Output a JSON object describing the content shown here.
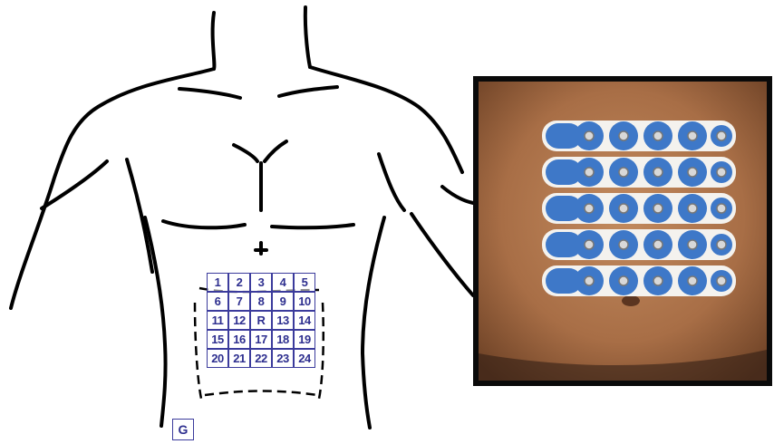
{
  "electrode_grid": {
    "rows": [
      [
        "1",
        "2",
        "3",
        "4",
        "5"
      ],
      [
        "6",
        "7",
        "8",
        "9",
        "10"
      ],
      [
        "11",
        "12",
        "R",
        "13",
        "14"
      ],
      [
        "15",
        "16",
        "17",
        "18",
        "19"
      ],
      [
        "20",
        "21",
        "22",
        "23",
        "24"
      ]
    ],
    "color": "#2e2f8f"
  },
  "ground_electrode": {
    "label": "G"
  },
  "photo": {
    "strip_count": 5,
    "electrodes_per_strip": 5,
    "skin_color": "#b0784f",
    "electrode_color": "#3e78c8"
  }
}
